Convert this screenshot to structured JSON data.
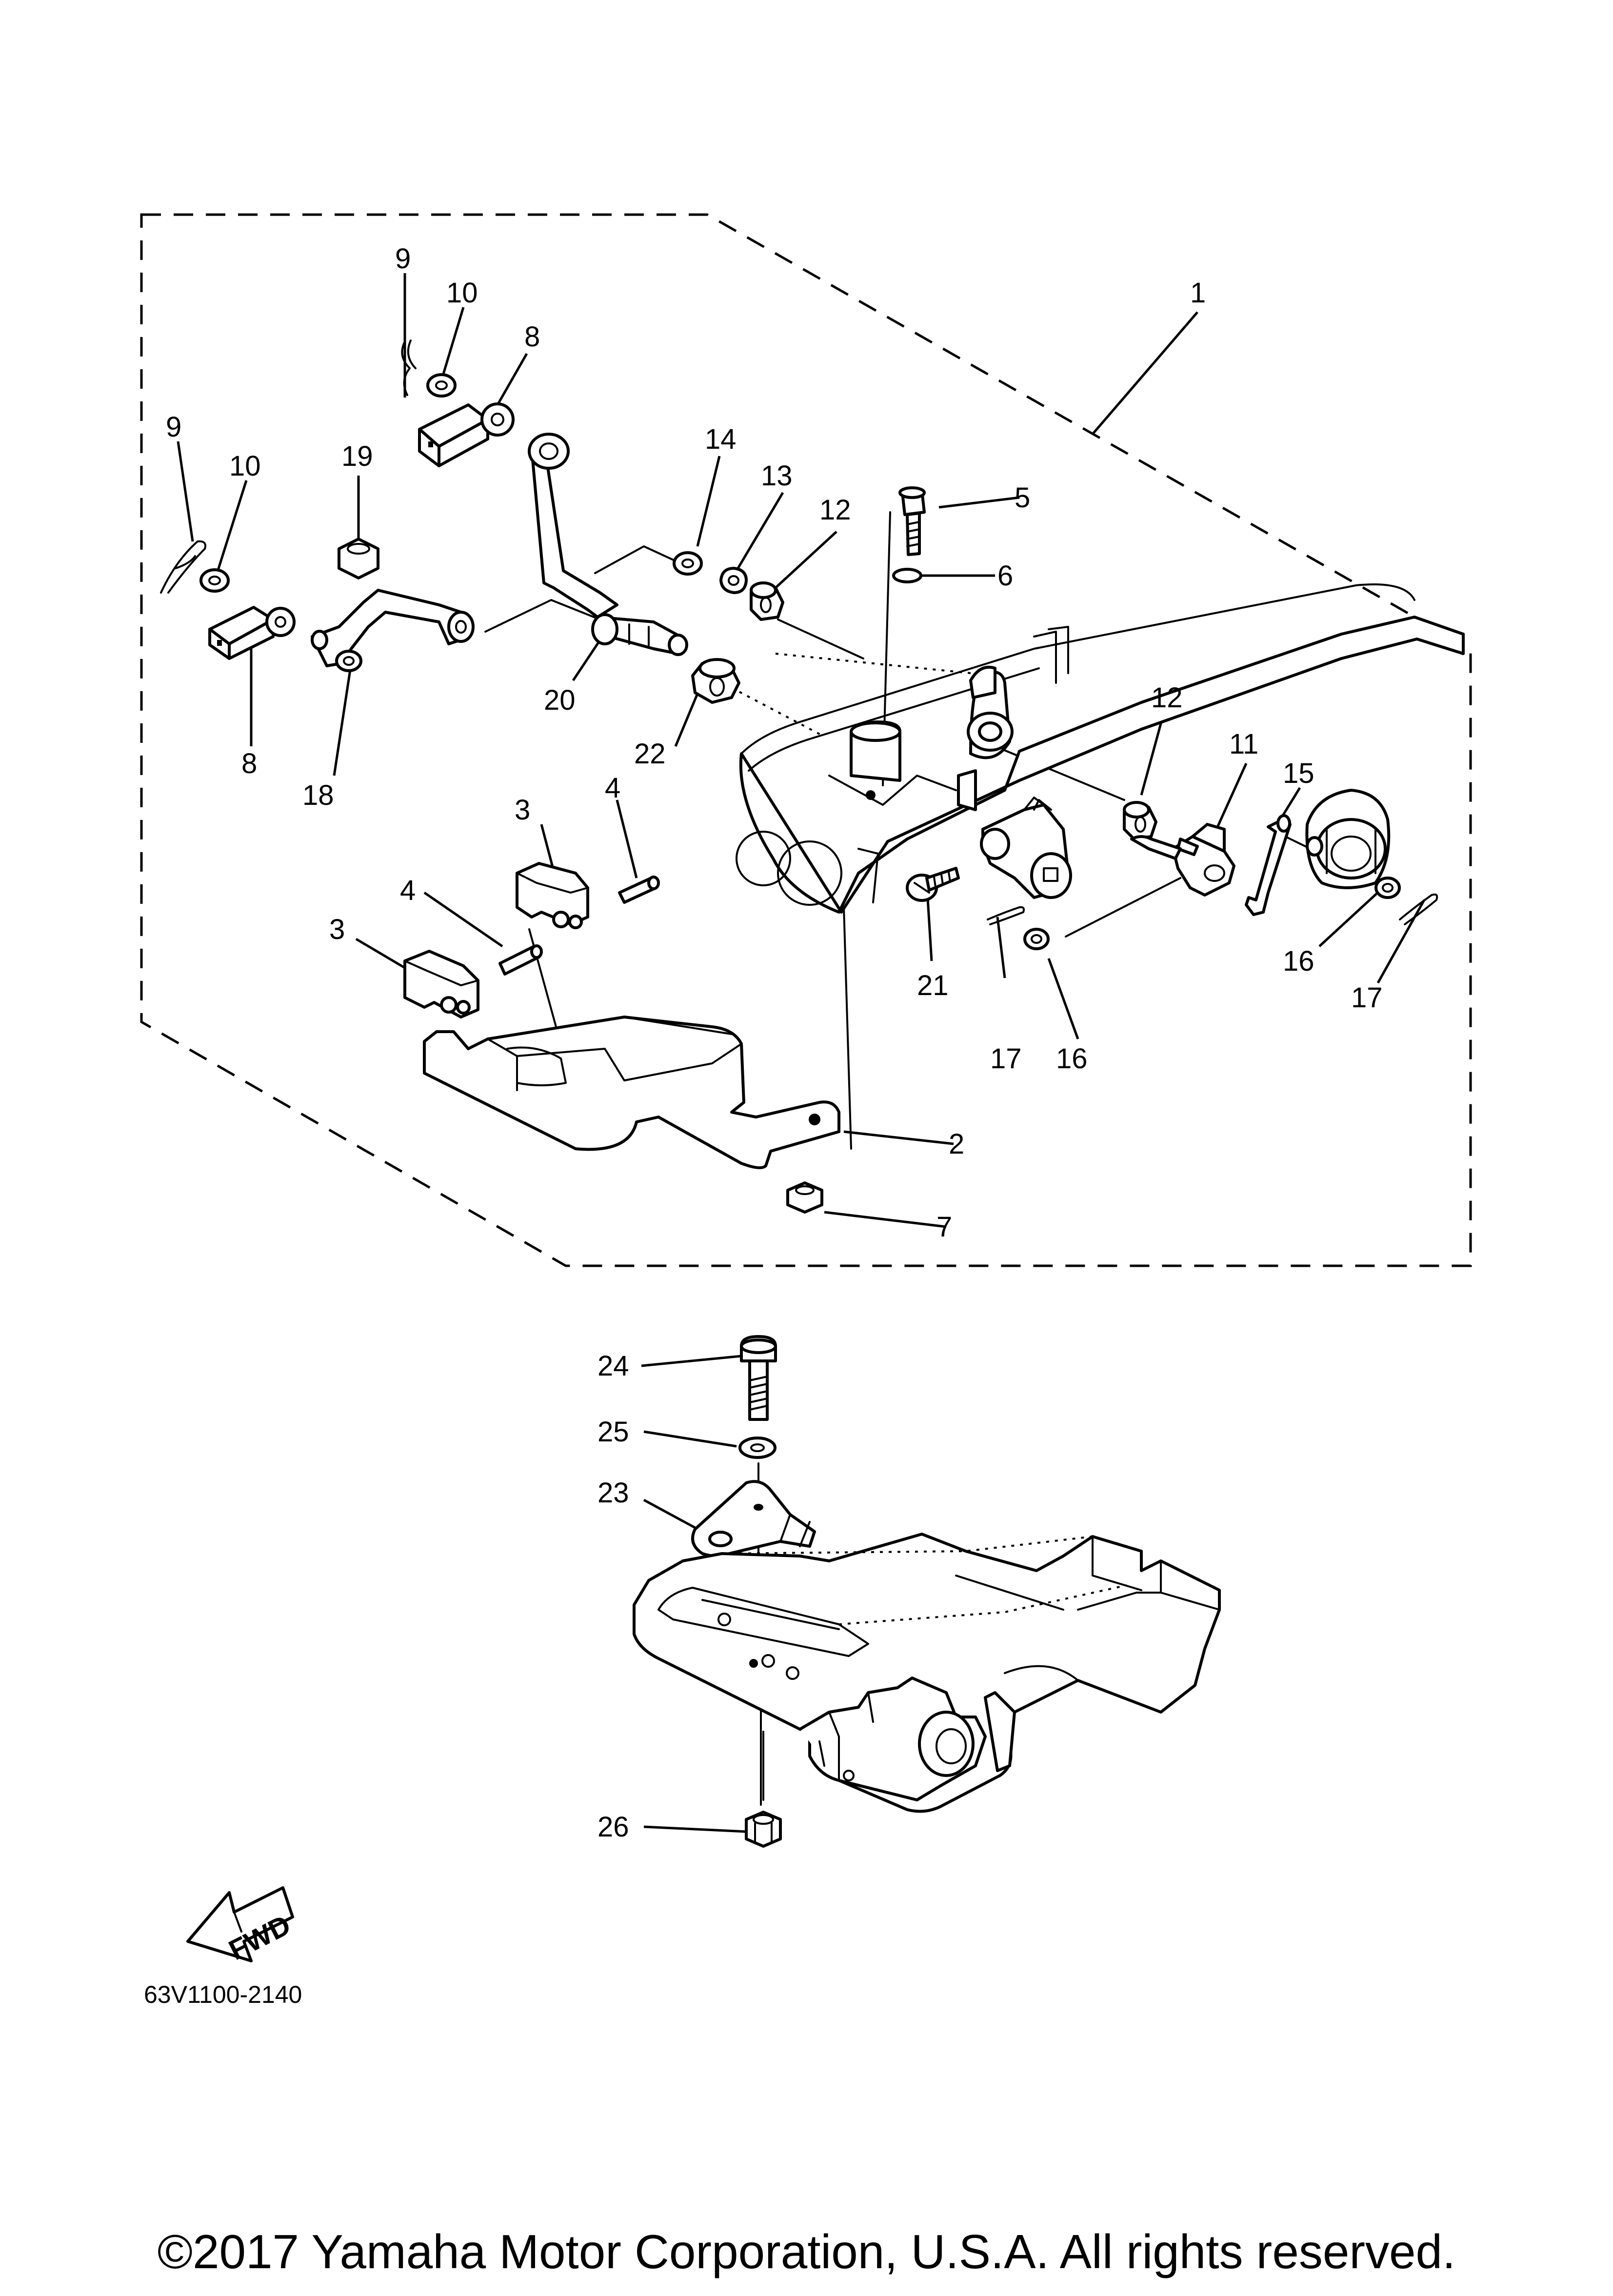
{
  "diagram_code": "63V1100-2140",
  "copyright": "©2017 Yamaha Motor Corporation, U.S.A. All rights reserved.",
  "fwd_label": "FWD",
  "callouts": {
    "c1": "1",
    "c2": "2",
    "c3a": "3",
    "c3b": "3",
    "c4a": "4",
    "c4b": "4",
    "c5": "5",
    "c6": "6",
    "c7": "7",
    "c8a": "8",
    "c8b": "8",
    "c9a": "9",
    "c9b": "9",
    "c10a": "10",
    "c10b": "10",
    "c11": "11",
    "c12a": "12",
    "c12b": "12",
    "c13": "13",
    "c14": "14",
    "c15": "15",
    "c16a": "16",
    "c16b": "16",
    "c17a": "17",
    "c17b": "17",
    "c18": "18",
    "c19": "19",
    "c20": "20",
    "c21": "21",
    "c22": "22",
    "c23": "23",
    "c24": "24",
    "c25": "25",
    "c26": "26"
  },
  "icons": {
    "fwd_arrow": "fwd-arrow-icon"
  }
}
